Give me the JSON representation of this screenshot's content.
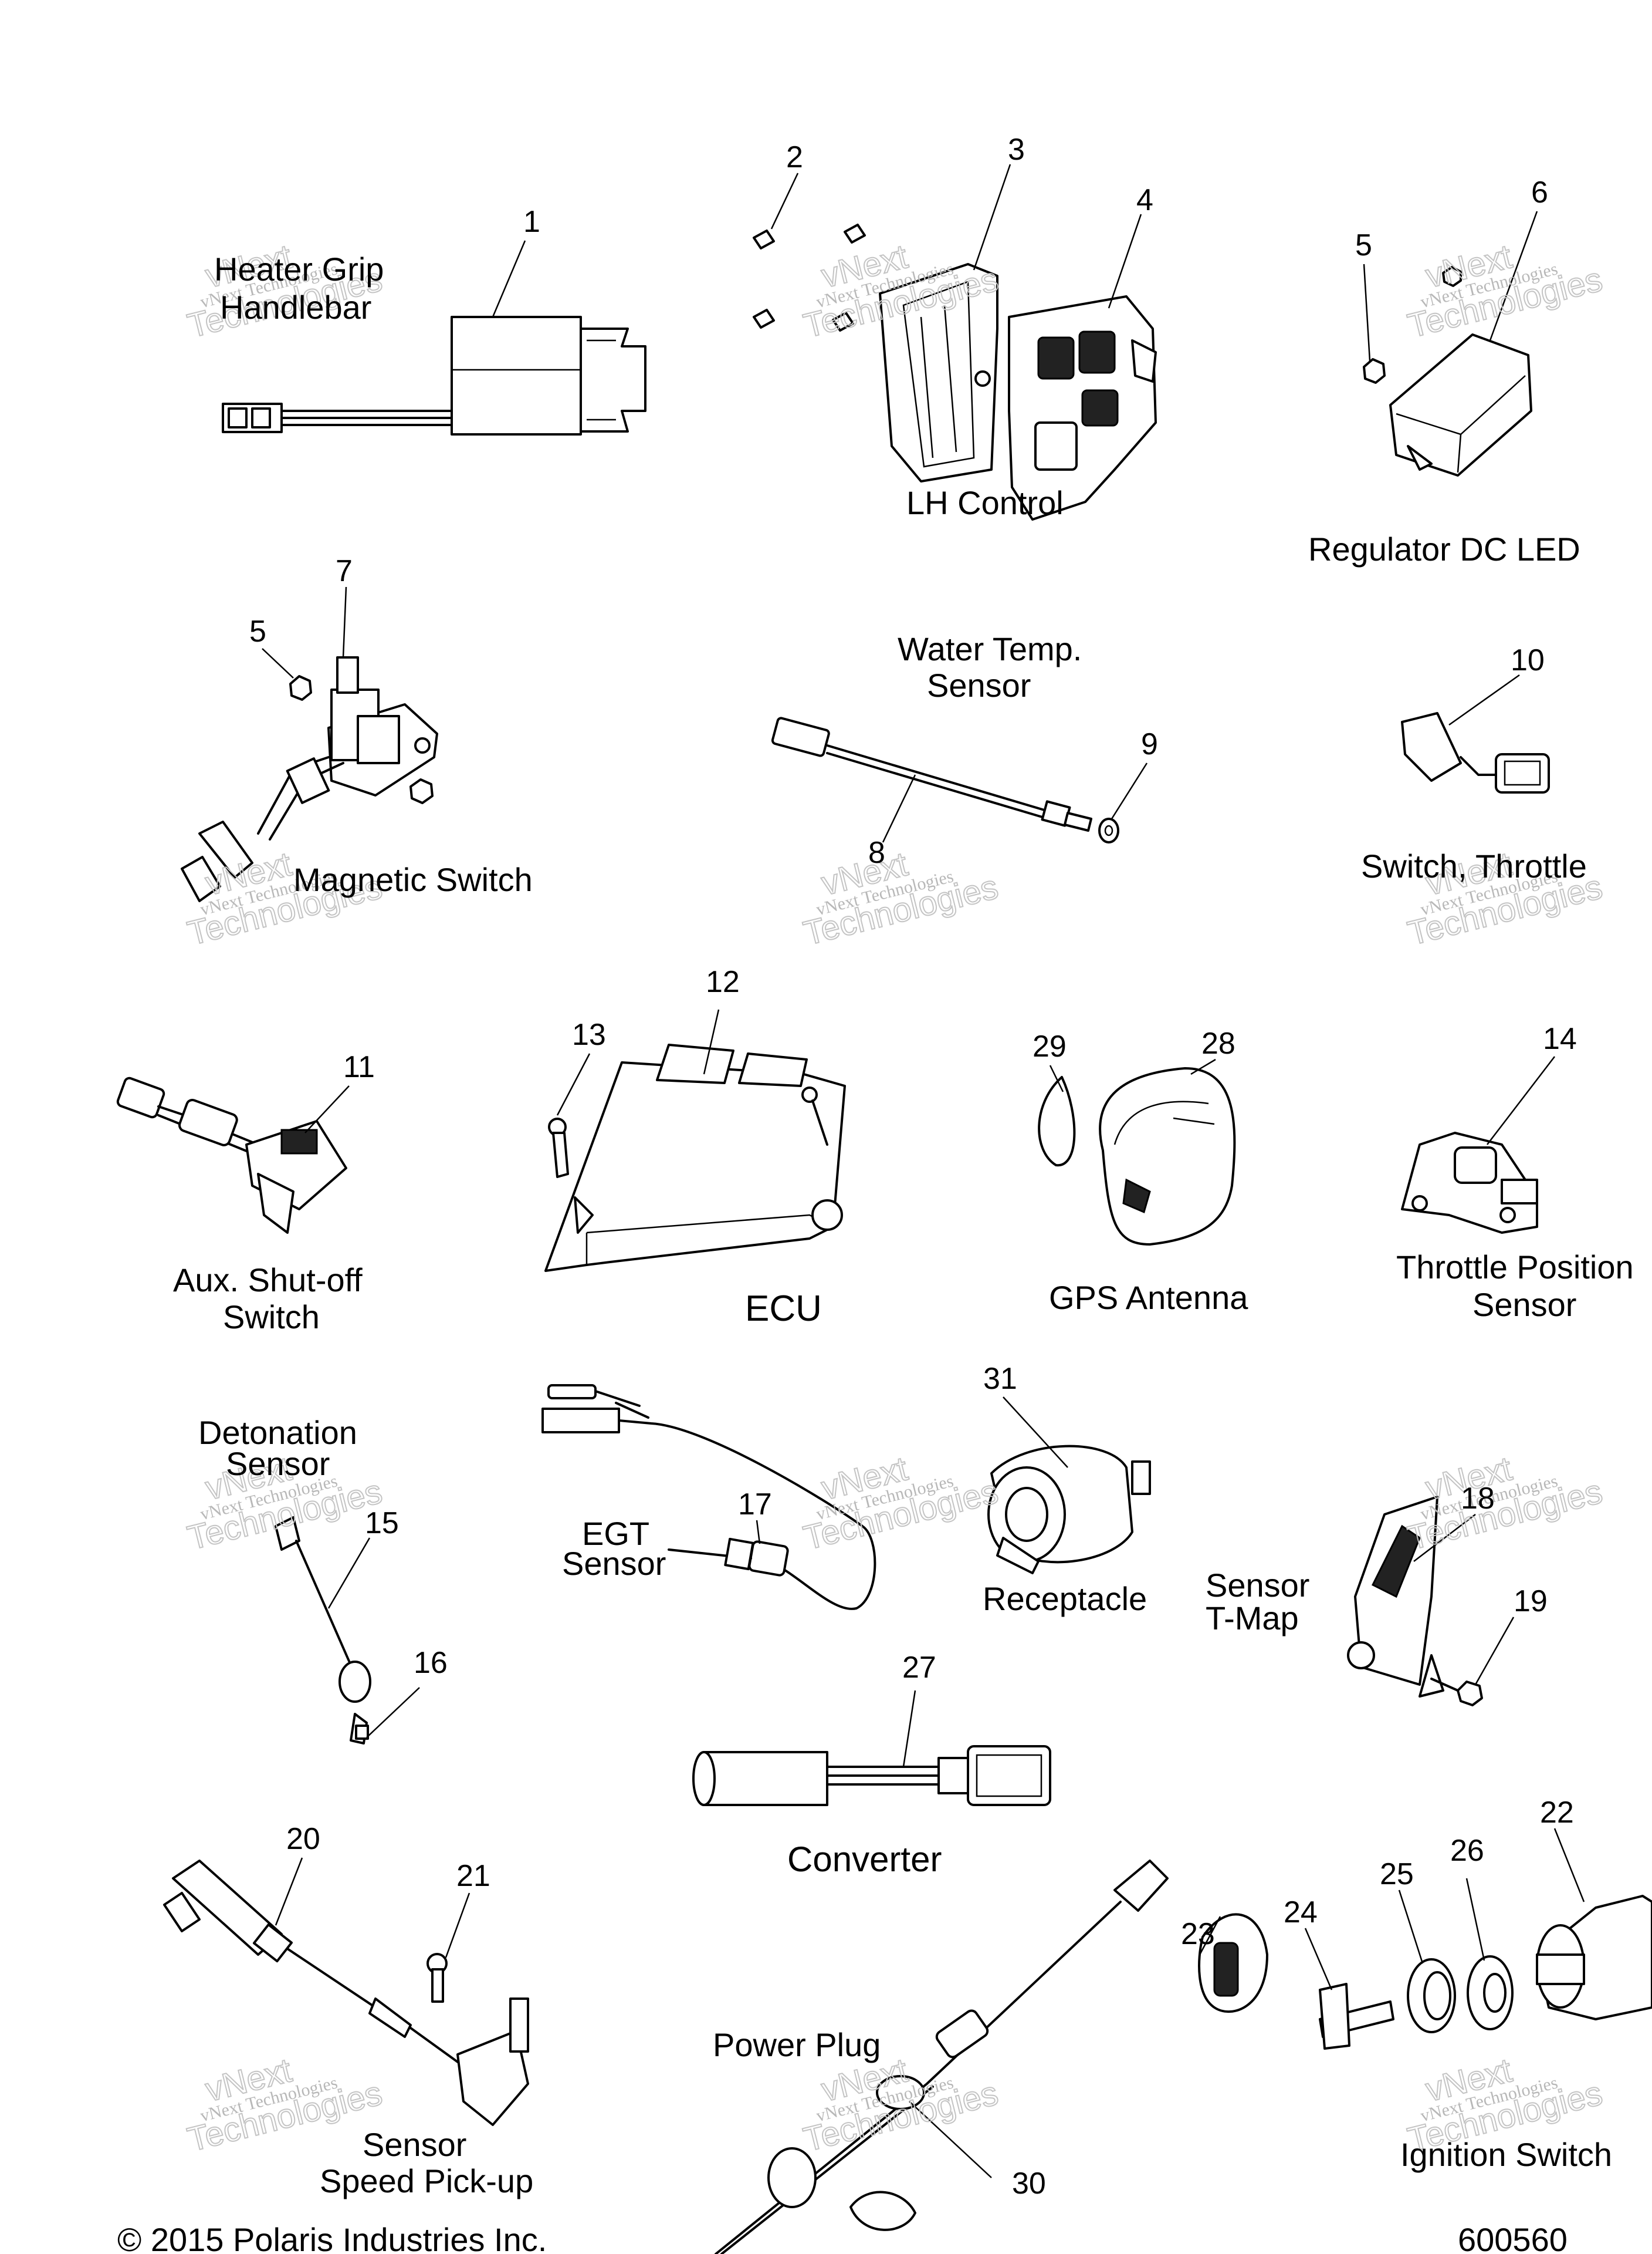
{
  "groups": [
    {
      "id": "heater-grip",
      "lines": [
        "Heater Grip",
        "Handlebar"
      ]
    },
    {
      "id": "lh-control",
      "lines": [
        "LH Control"
      ]
    },
    {
      "id": "regulator",
      "lines": [
        "Regulator DC LED"
      ]
    },
    {
      "id": "magnetic-switch",
      "lines": [
        "Magnetic Switch"
      ]
    },
    {
      "id": "water-temp",
      "lines": [
        "Water Temp.",
        "Sensor"
      ]
    },
    {
      "id": "switch-throttle",
      "lines": [
        "Switch, Throttle"
      ]
    },
    {
      "id": "aux-shutoff",
      "lines": [
        "Aux. Shut-off",
        "Switch"
      ]
    },
    {
      "id": "ecu",
      "lines": [
        "ECU"
      ]
    },
    {
      "id": "gps-antenna",
      "lines": [
        "GPS Antenna"
      ]
    },
    {
      "id": "throttle-position",
      "lines": [
        "Throttle Position",
        "Sensor"
      ]
    },
    {
      "id": "detonation",
      "lines": [
        "Detonation",
        "Sensor"
      ]
    },
    {
      "id": "egt",
      "lines": [
        "EGT",
        "Sensor"
      ]
    },
    {
      "id": "receptacle",
      "lines": [
        "Receptacle"
      ]
    },
    {
      "id": "tmap",
      "lines": [
        "Sensor",
        "T-Map"
      ]
    },
    {
      "id": "converter",
      "lines": [
        "Converter"
      ]
    },
    {
      "id": "speed-pickup",
      "lines": [
        "Sensor",
        "Speed Pick-up"
      ]
    },
    {
      "id": "power-plug",
      "lines": [
        "Power Plug"
      ]
    },
    {
      "id": "ignition",
      "lines": [
        "Ignition Switch"
      ]
    }
  ],
  "callouts": [
    "1",
    "2",
    "3",
    "4",
    "5",
    "6",
    "5",
    "7",
    "8",
    "9",
    "10",
    "11",
    "12",
    "13",
    "28",
    "29",
    "14",
    "31",
    "15",
    "16",
    "17",
    "18",
    "19",
    "27",
    "20",
    "21",
    "22",
    "23",
    "24",
    "25",
    "26",
    "30"
  ],
  "watermark": {
    "line1": "vNext Technologies",
    "line2": "vNext",
    "line3": "Technologies"
  },
  "footer": {
    "copyright": "© 2015 Polaris Industries Inc.",
    "figure_number": "600560"
  }
}
